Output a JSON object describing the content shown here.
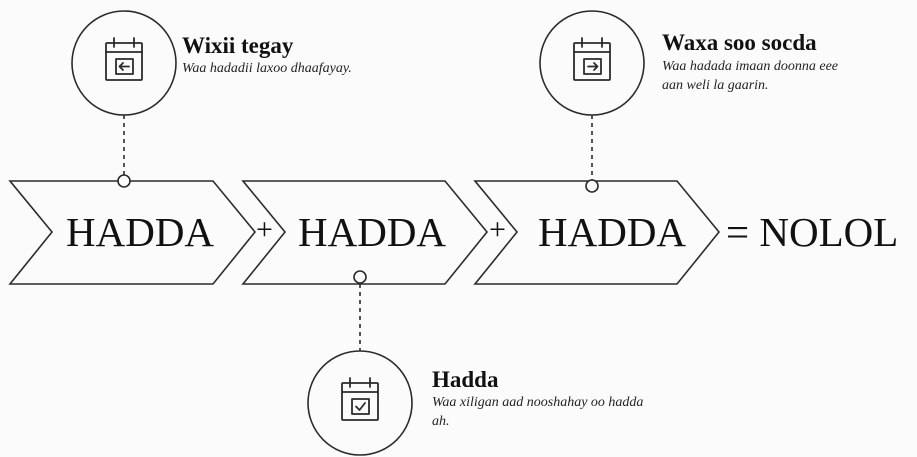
{
  "flow": {
    "steps": [
      {
        "label": "HADDA"
      },
      {
        "label": "HADDA"
      },
      {
        "label": "HADDA"
      }
    ],
    "plus_sign": "+",
    "result": "= NOLOL"
  },
  "callouts": {
    "past": {
      "icon": "calendar-arrow-left-icon",
      "title": "Wixii tegay",
      "description": "Waa hadadii laxoo dhaafayay."
    },
    "present": {
      "icon": "calendar-check-icon",
      "title": "Hadda",
      "description": "Waa xiligan aad nooshahay oo hadda ah."
    },
    "future": {
      "icon": "calendar-arrow-right-icon",
      "title": "Waxa soo socda",
      "description": "Waa hadada imaan doonna eee aan weli la gaarin."
    }
  }
}
